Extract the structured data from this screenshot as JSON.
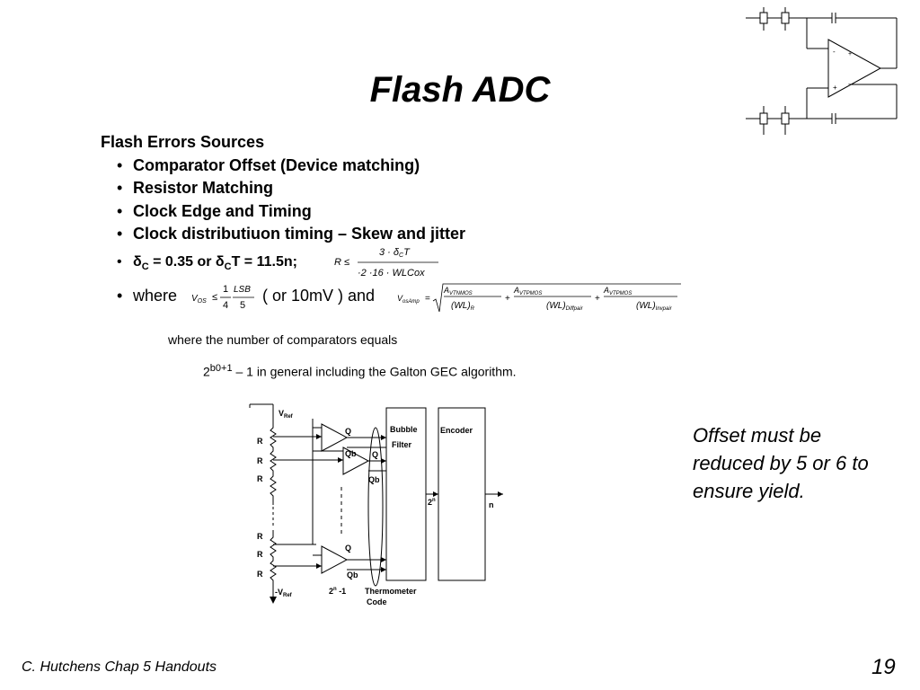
{
  "slide": {
    "title": "Flash ADC",
    "heading": "Flash Errors Sources",
    "bullets": [
      "Comparator Offset (Device matching)",
      "Resistor Matching",
      "Clock Edge and Timing",
      "Clock distributiuon timing – Skew and jitter"
    ],
    "delta_bullet": {
      "sym1": "δ",
      "sub1": "C",
      "text1": " = 0.35  or ",
      "sym2": "δ",
      "sub2": "C",
      "text2": "T = 11.5n;"
    },
    "eq1": {
      "lhs": "R ≤",
      "num": "3 · δ",
      "num_sub": "C",
      "num_tail": "T",
      "den": "·2 ·16 · WLCox"
    },
    "where_bullet": {
      "prefix": "where",
      "middle": "( or 10mV ) and"
    },
    "eq2": {
      "lhs": "V",
      "lhs_sub": "OS",
      "rel": "≤",
      "n1": "1",
      "d1": "4",
      "n2": "LSB",
      "d2": "5"
    },
    "eq3": {
      "lhs": "V",
      "lhs_sub": "osAmp",
      "eq": "=",
      "terms": [
        {
          "a": "A",
          "a_sub": "VTNMOS",
          "wl": "(WL)",
          "wl_sub": "R"
        },
        {
          "a": "A",
          "a_sub": "VTPMOS",
          "wl": "(WL)",
          "wl_sub": "Diffpair"
        },
        {
          "a": "A",
          "a_sub": "VTPMOS",
          "wl": "(WL)",
          "wl_sub": "Invpair"
        }
      ],
      "plus": "+"
    },
    "note1": "where the number of comparators equals",
    "note2": {
      "base": "2",
      "exp": "b0+1",
      "rest": " – 1 in general including the Galton GEC algorithm."
    },
    "side_note": "Offset must be reduced by 5 or 6 to ensure yield.",
    "footer": "C. Hutchens Chap 5 Handouts",
    "page_number": "19"
  },
  "diagram": {
    "vref_top": "V",
    "vref_top_sub": "Ref",
    "vref_bottom": "-V",
    "vref_bottom_sub": "Ref",
    "resistor_label": "R",
    "q": "Q",
    "qb": "Qb",
    "bubble_filter": [
      "Bubble",
      "Filter"
    ],
    "encoder": "Encoder",
    "two_n": "2",
    "two_n_exp": "n",
    "n": "n",
    "count": "2",
    "count_exp": "n",
    "count_tail": " -1",
    "thermometer": [
      "Thermometer",
      "Code"
    ]
  }
}
